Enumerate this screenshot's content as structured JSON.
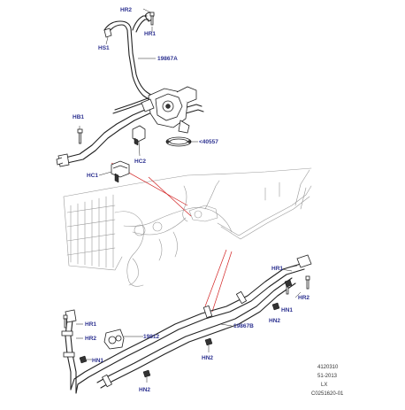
{
  "labels": {
    "hr2_top": "HR2",
    "hr1_top": "HR1",
    "hs1": "HS1",
    "p19867a": "19867A",
    "hb1": "HB1",
    "hc2": "HC2",
    "p40557": "<40557",
    "hc1": "HC1",
    "hr1_right": "HR1",
    "hr2_right": "HR2",
    "hn2_right": "HN2",
    "hr1_left": "HR1",
    "hr2_left": "HR2",
    "p19812": "19812",
    "hn1_left": "HN1",
    "hn1_mid": "HN1",
    "hn2_mid": "HN2",
    "p19867b": "19867B",
    "hn2_bottom": "HN2"
  },
  "footer": {
    "code": "4120310",
    "date": "51-2013",
    "model": "LX",
    "ref": "C0251620-01"
  },
  "colors": {
    "label": "#2c3190",
    "callout": "#d22020",
    "line": "#222222",
    "ghost": "#9a9a9a"
  }
}
